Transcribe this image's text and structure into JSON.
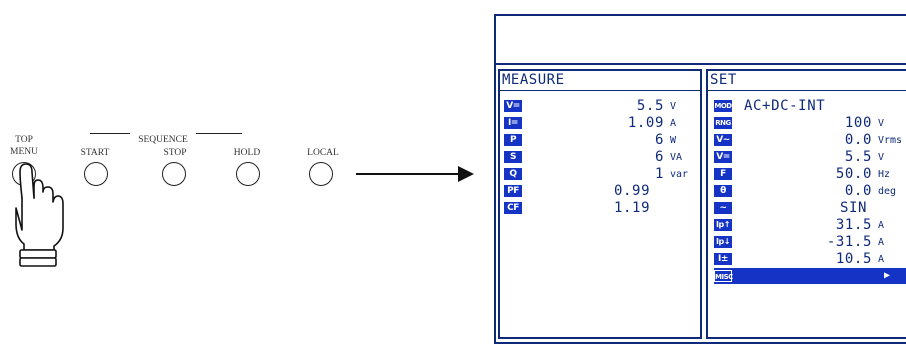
{
  "front_panel": {
    "top_menu": "TOP\nMENU",
    "sequence": "SEQUENCE",
    "start": "START",
    "stop": "STOP",
    "hold": "HOLD",
    "local": "LOCAL"
  },
  "lcd": {
    "measure": {
      "title": "MEASURE",
      "rows": [
        {
          "icon": "V=",
          "value": "5.5",
          "unit": "V"
        },
        {
          "icon": "I=",
          "value": "1.09",
          "unit": "A"
        },
        {
          "icon": "P",
          "value": "6",
          "unit": "W"
        },
        {
          "icon": "S",
          "value": "6",
          "unit": "VA"
        },
        {
          "icon": "Q",
          "value": "1",
          "unit": "var"
        },
        {
          "icon": "PF",
          "value": "0.99",
          "unit": ""
        },
        {
          "icon": "CF",
          "value": "1.19",
          "unit": ""
        }
      ]
    },
    "set": {
      "title": "SET",
      "rows": [
        {
          "icon": "MOD",
          "value": "AC+DC-INT",
          "unit": ""
        },
        {
          "icon": "RNG",
          "value": "100",
          "unit": "V"
        },
        {
          "icon": "V~",
          "value": "0.0",
          "unit": "Vrms"
        },
        {
          "icon": "V=",
          "value": "5.5",
          "unit": "V"
        },
        {
          "icon": "F",
          "value": "50.0",
          "unit": "Hz"
        },
        {
          "icon": "θ",
          "value": "0.0",
          "unit": "deg"
        },
        {
          "icon": "~",
          "value": "SIN",
          "unit": ""
        },
        {
          "icon": "Ip↑",
          "value": "31.5",
          "unit": "A"
        },
        {
          "icon": "Ip↓",
          "value": "-31.5",
          "unit": "A"
        },
        {
          "icon": "I±",
          "value": "10.5",
          "unit": "A"
        },
        {
          "icon": "MISC",
          "value": "",
          "unit": "▶"
        }
      ]
    }
  }
}
